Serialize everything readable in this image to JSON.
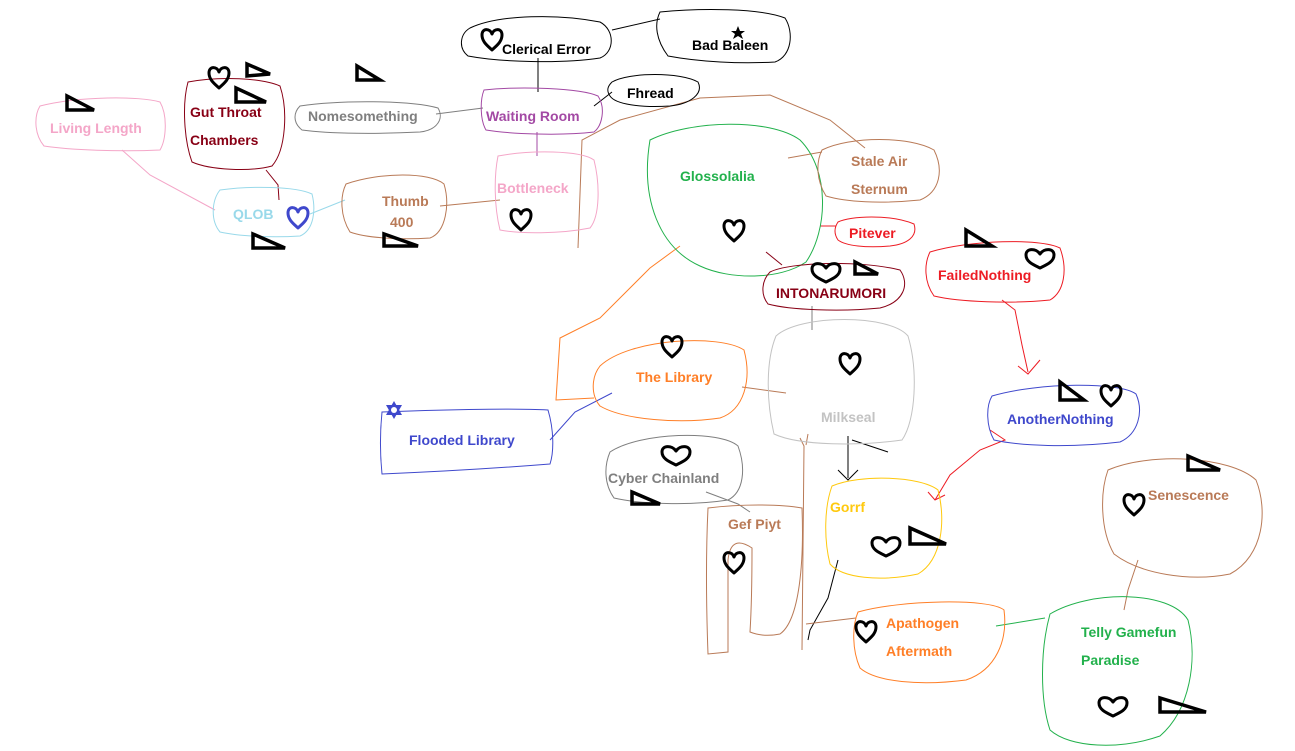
{
  "nodes": [
    {
      "id": "clerical-error",
      "label": "Clerical Error",
      "color": "#000000"
    },
    {
      "id": "bad-baleen",
      "label": "Bad Baleen",
      "color": "#000000"
    },
    {
      "id": "fhread",
      "label": "Fhread",
      "color": "#000000"
    },
    {
      "id": "waiting-room",
      "label": "Waiting Room",
      "color": "#a349a4"
    },
    {
      "id": "nomesomething",
      "label": "Nomesomething",
      "color": "#7f7f7f"
    },
    {
      "id": "gut-throat-chambers",
      "label": [
        "Gut Throat",
        "Chambers"
      ],
      "color": "#880015"
    },
    {
      "id": "living-length",
      "label": "Living Length",
      "color": "#f4a6c8"
    },
    {
      "id": "qlob",
      "label": "QLOB",
      "color": "#99d9ea"
    },
    {
      "id": "thumb-400",
      "label": [
        "Thumb",
        "400"
      ],
      "color": "#b97a57"
    },
    {
      "id": "bottleneck",
      "label": "Bottleneck",
      "color": "#f4a6c8"
    },
    {
      "id": "glossolalia",
      "label": "Glossolalia",
      "color": "#22b14c"
    },
    {
      "id": "stale-air-sternum",
      "label": [
        "Stale Air",
        "Sternum"
      ],
      "color": "#b97a57"
    },
    {
      "id": "pitever",
      "label": "Pitever",
      "color": "#ed1c24"
    },
    {
      "id": "intonarumori",
      "label": "INTONARUMORI",
      "color": "#880015"
    },
    {
      "id": "failednothing",
      "label": "FailedNothing",
      "color": "#ed1c24"
    },
    {
      "id": "the-library",
      "label": "The Library",
      "color": "#ff7f27"
    },
    {
      "id": "milkseal",
      "label": "Milkseal",
      "color": "#c3c3c3"
    },
    {
      "id": "anothernothing",
      "label": "AnotherNothing",
      "color": "#3f48cc"
    },
    {
      "id": "flooded-library",
      "label": "Flooded Library",
      "color": "#3f48cc"
    },
    {
      "id": "cyber-chainland",
      "label": "Cyber Chainland",
      "color": "#7f7f7f"
    },
    {
      "id": "gef-piyt",
      "label": "Gef Piyt",
      "color": "#b97a57"
    },
    {
      "id": "gorrf",
      "label": "Gorrf",
      "color": "#ffc90e"
    },
    {
      "id": "senescence",
      "label": "Senescence",
      "color": "#b97a57"
    },
    {
      "id": "apathogen-aftermath",
      "label": [
        "Apathogen",
        "Aftermath"
      ],
      "color": "#ff7f27"
    },
    {
      "id": "telly-gamefun-paradise",
      "label": [
        "Telly Gamefun",
        "Paradise"
      ],
      "color": "#22b14c"
    }
  ],
  "markers": {
    "heart_color": "#000000",
    "blue_heart_color": "#3f48cc",
    "triangle_color": "#000000",
    "star_color": "#000000",
    "star_of_david_color": "#3f48cc"
  }
}
